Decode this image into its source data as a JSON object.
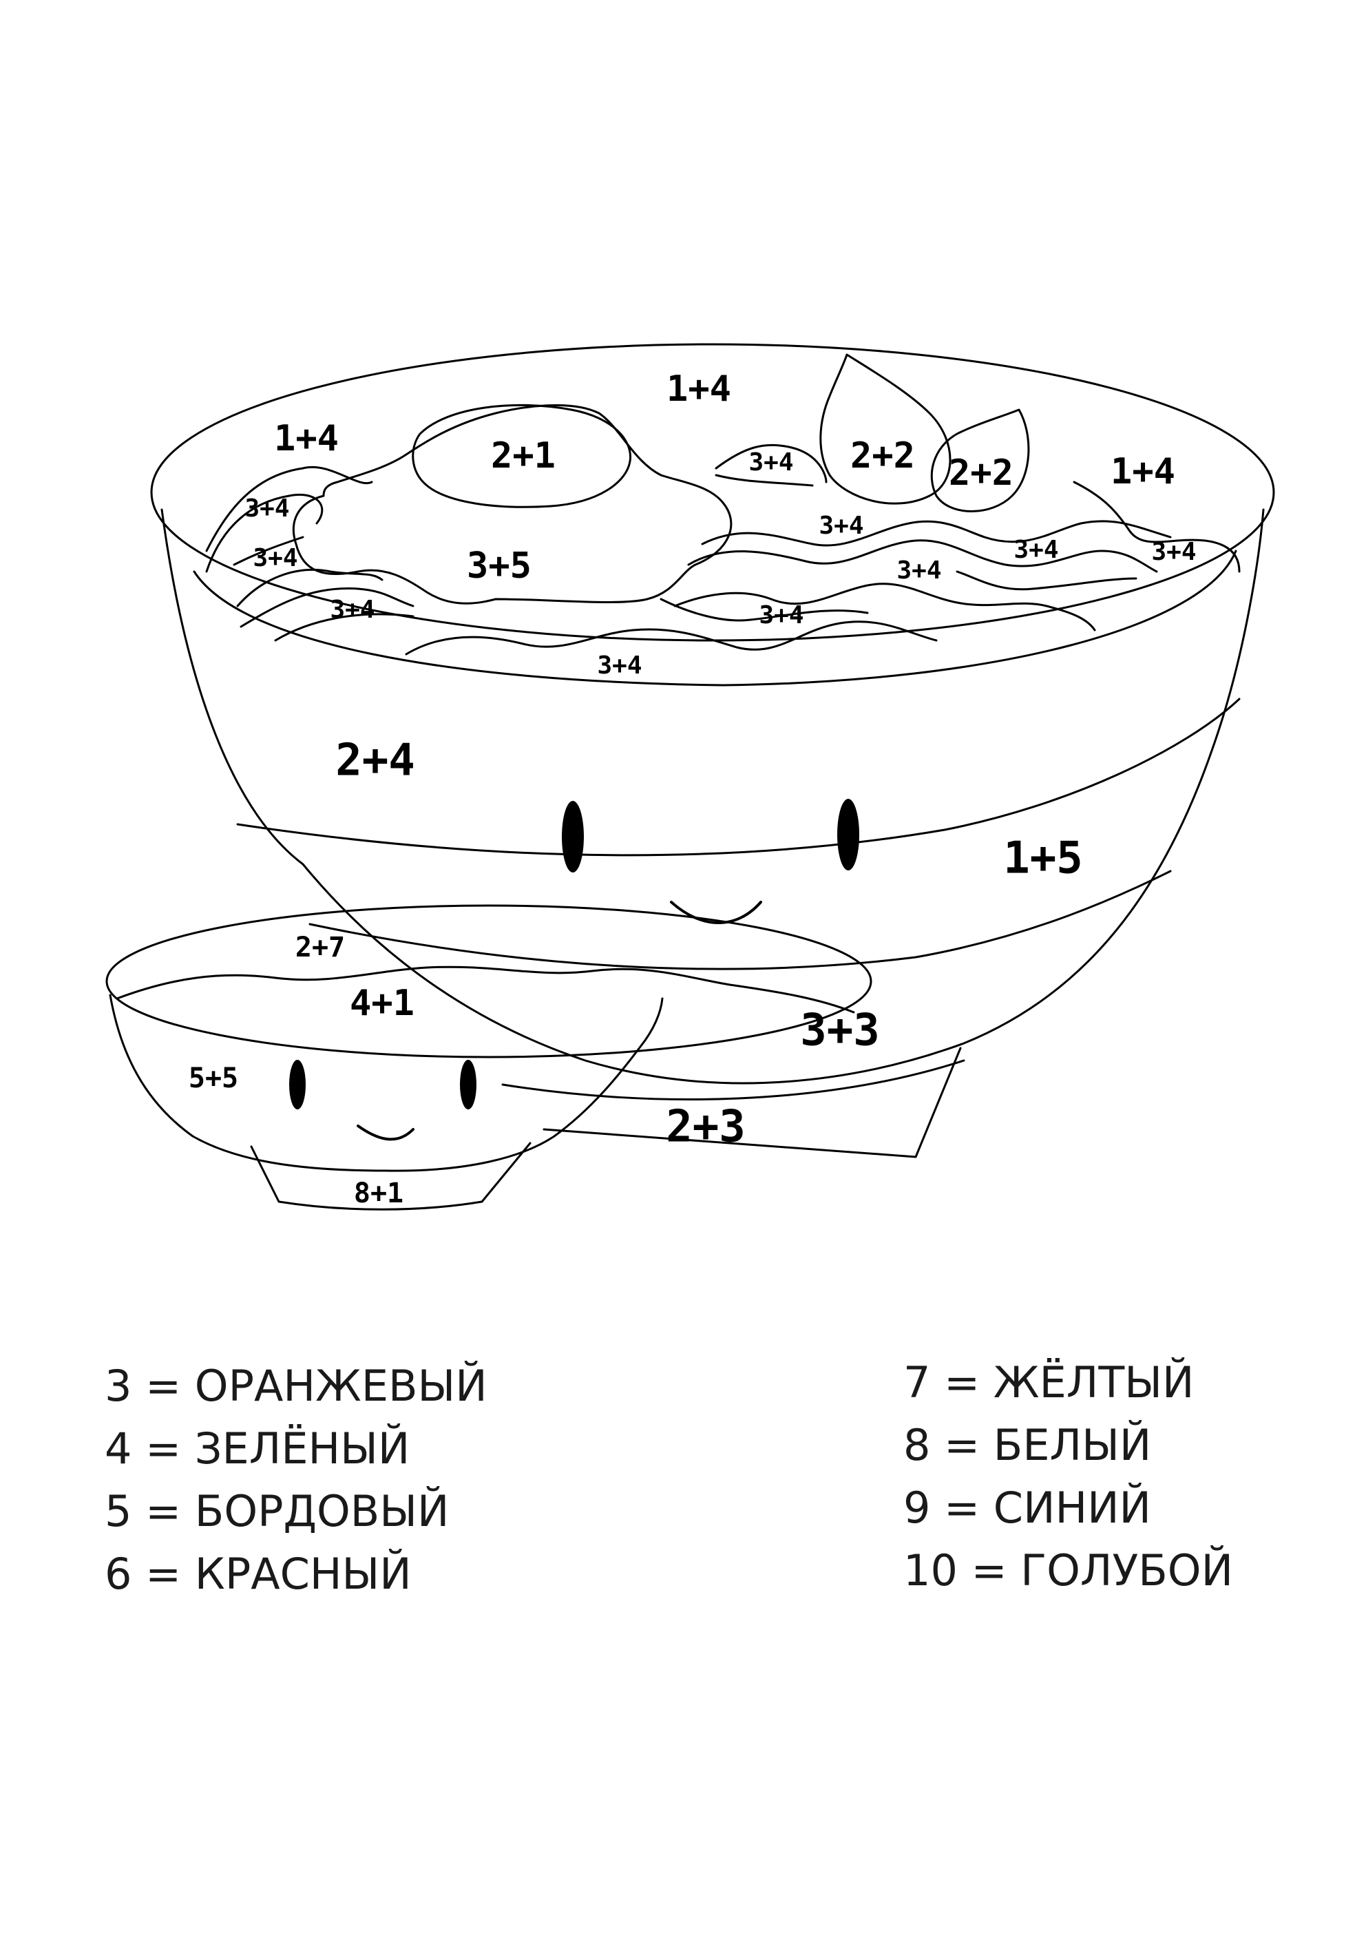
{
  "line_color": "#000000",
  "background_color": "#ffffff",
  "regions": {
    "broth_top": "1+4",
    "broth_left": "1+4",
    "broth_right": "1+4",
    "egg_yolk": "2+1",
    "egg_white": "3+5",
    "leaf_left": "2+2",
    "leaf_right": "2+2",
    "noodle_1": "3+4",
    "noodle_2": "3+4",
    "noodle_3": "3+4",
    "noodle_4": "3+4",
    "noodle_5": "3+4",
    "noodle_6": "3+4",
    "noodle_7": "3+4",
    "noodle_8": "3+4",
    "noodle_9": "3+4",
    "noodle_10": "3+4",
    "bowl_upper_band": "2+4",
    "bowl_middle_band": "1+5",
    "bowl_lower_band": "3+3",
    "bowl_base": "2+3",
    "small_bowl_rim": "2+7",
    "small_bowl_inside": "4+1",
    "small_bowl_body": "5+5",
    "small_bowl_base": "8+1"
  },
  "legend_left": [
    "3 = ОРАНЖЕВЫЙ",
    "4 = ЗЕЛЁНЫЙ",
    "5 = БОРДОВЫЙ",
    "6 = КРАСНЫЙ"
  ],
  "legend_right": [
    "7 = ЖЁЛТЫЙ",
    "8 = БЕЛЫЙ",
    "9 = СИНИЙ",
    "10 = ГОЛУБОЙ"
  ]
}
